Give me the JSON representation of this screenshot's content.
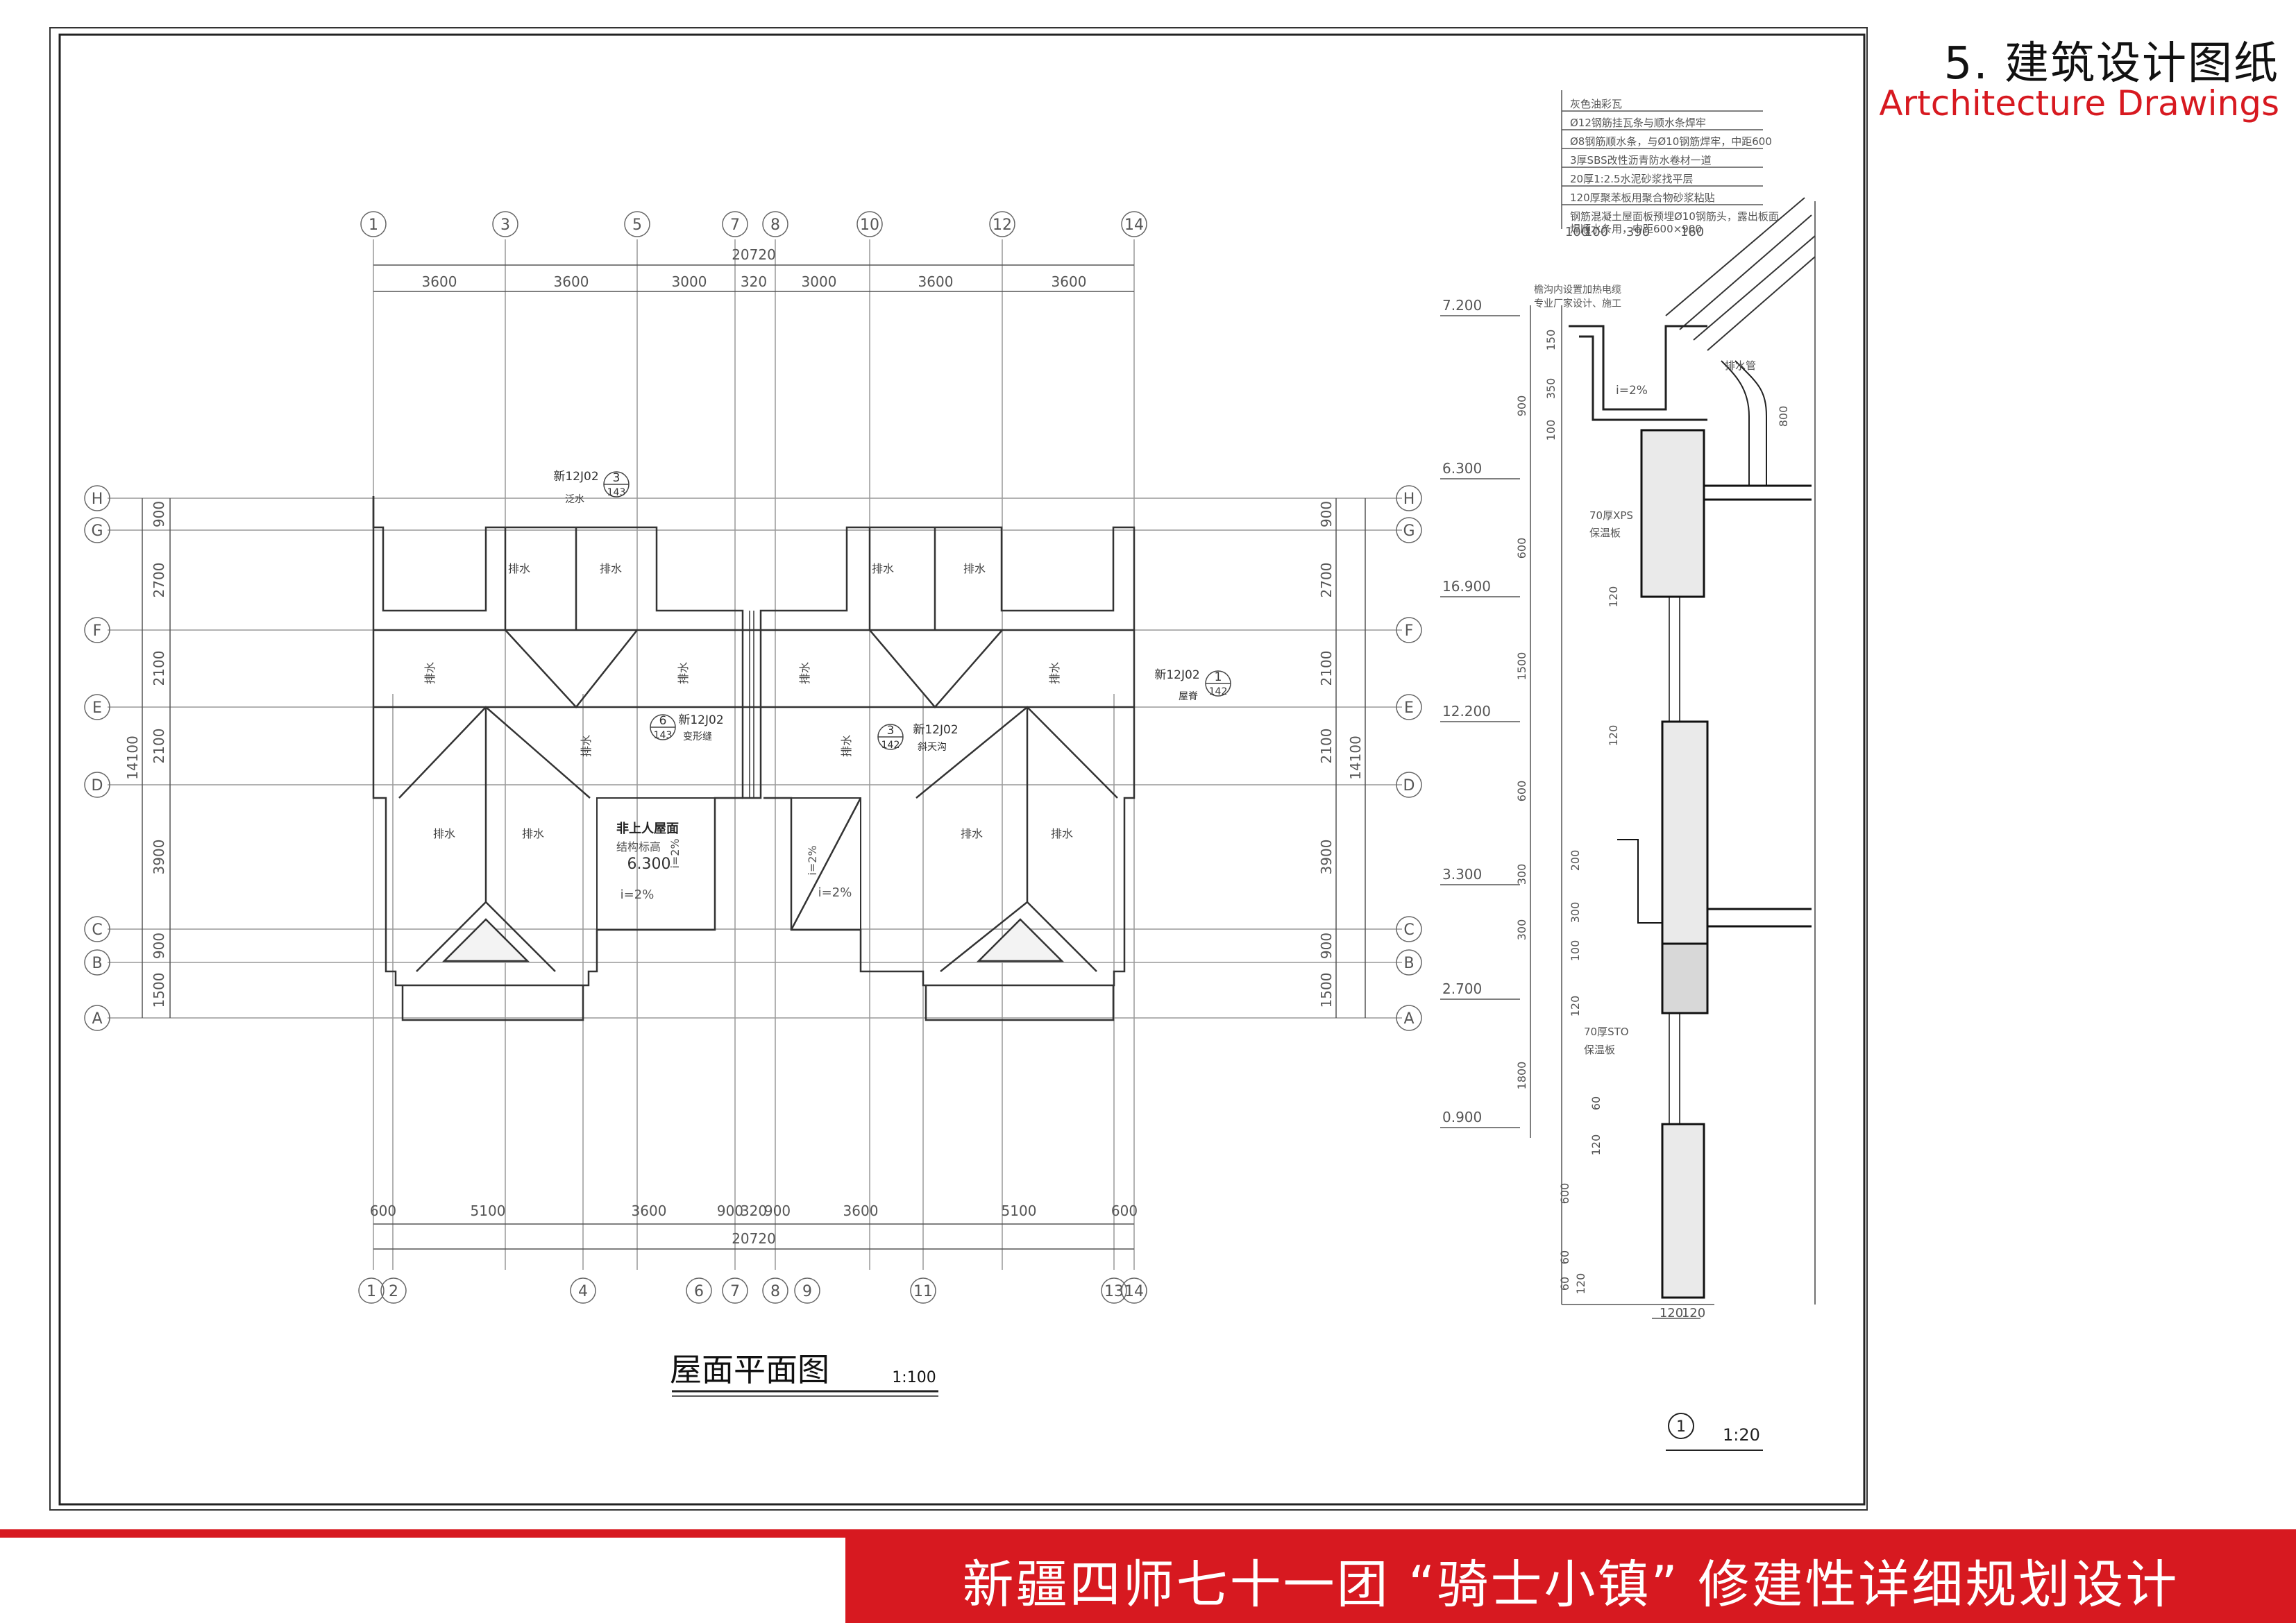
{
  "header": {
    "title_cn": "5. 建筑设计图纸",
    "title_en": "Artchitecture Drawings"
  },
  "footer": {
    "project_title": "新疆四师七十一团 “骑士小镇” 修建性详细规划设计"
  },
  "plan": {
    "title": "屋面平面图",
    "scale": "1:100",
    "axes_top": [
      "1",
      "3",
      "5",
      "7",
      "8",
      "10",
      "12",
      "14"
    ],
    "axes_bottom": [
      "1",
      "2",
      "4",
      "6",
      "7",
      "8",
      "9",
      "11",
      "13",
      "14"
    ],
    "axes_side": [
      "H",
      "G",
      "F",
      "E",
      "D",
      "C",
      "B",
      "A"
    ],
    "total_width": "20720",
    "top_dims": [
      "3600",
      "3600",
      "3000",
      "320",
      "3000",
      "3600",
      "3600"
    ],
    "bottom_dims": [
      "600",
      "5100",
      "3600",
      "900",
      "320",
      "900",
      "3600",
      "5100",
      "600"
    ],
    "side_dims": [
      "900",
      "2700",
      "2100",
      "2100",
      "3900",
      "900",
      "1500"
    ],
    "total_depth": "14100",
    "drain_label": "排水",
    "flat_roof_label": "非上人屋面",
    "structure_elev_label": "结构标高",
    "structure_elev": "6.300",
    "slope": "i=2%",
    "ref_code": "新12J02",
    "callouts": [
      {
        "num": "3",
        "sheet": "143",
        "note": "泛水"
      },
      {
        "num": "1",
        "sheet": "142",
        "note": "屋脊"
      },
      {
        "num": "6",
        "sheet": "143",
        "note": "变形缝"
      },
      {
        "num": "3",
        "sheet": "142",
        "note": "斜天沟"
      }
    ]
  },
  "section": {
    "detail_num": "1",
    "scale": "1:20",
    "elevations": [
      "7.200",
      "6.300",
      "16.900",
      "12.200",
      "3.300",
      "2.700",
      "0.900"
    ],
    "notes": [
      "灰色油彩瓦",
      "Ø12钢筋挂瓦条与顺水条焊牢",
      "Ø8钢筋顺水条，与Ø10钢筋焊牢，中距600",
      "3厚SBS改性沥青防水卷材一道",
      "20厚1:2.5水泥砂浆找平层",
      "120厚聚苯板用聚合物砂浆粘贴",
      "钢筋混凝土屋面板预埋Ø10钢筋头，露出板面",
      "焊顺水条用，中距600×900"
    ],
    "top_dims": [
      "100",
      "100",
      "390",
      "160"
    ],
    "heat_note_1": "檐沟内设置加热电缆",
    "heat_note_2": "专业厂家设计、施工",
    "slope": "i=2%",
    "downpipe": "排水管",
    "insul_xps": "70厚XPS",
    "insul_board": "保温板",
    "insul_sto": "70厚STO",
    "v_dims": [
      "150",
      "350",
      "900",
      "100",
      "800",
      "600",
      "120",
      "1500",
      "120",
      "600",
      "300",
      "200",
      "300",
      "300",
      "100",
      "120",
      "1800",
      "60",
      "120",
      "600",
      "60",
      "60",
      "120"
    ],
    "bottom_dims": [
      "120",
      "120"
    ]
  }
}
